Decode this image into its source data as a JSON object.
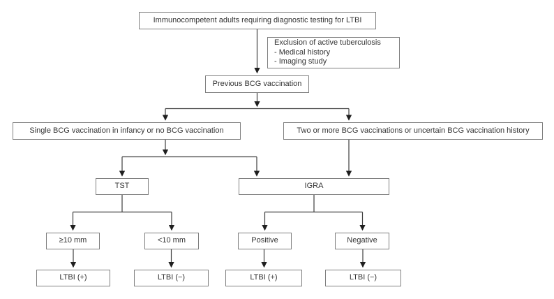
{
  "diagram": {
    "type": "flowchart",
    "topic": "Diagnostic algorithm for latent tuberculosis infection (LTBI)",
    "colors": {
      "background": "#ffffff",
      "box_border": "#7f7f7f",
      "line": "#3e3e3e",
      "arrowhead": "#1f1f1f",
      "text": "#333333"
    },
    "nodes": {
      "root": {
        "label": "Immunocompetent adults requiring diagnostic testing for LTBI"
      },
      "exclusion": {
        "lines": [
          "Exclusion of active tuberculosis",
          "- Medical history",
          "- Imaging study"
        ]
      },
      "previous": {
        "label": "Previous BCG vaccination"
      },
      "single_bcg": {
        "label": "Single BCG vaccination in infancy or no BCG vaccination"
      },
      "multi_bcg": {
        "label": "Two or more BCG vaccinations or uncertain BCG vaccination history"
      },
      "tst": {
        "label": "TST"
      },
      "igra": {
        "label": "IGRA"
      },
      "tst_ge10": {
        "label": "≥10 mm"
      },
      "tst_lt10": {
        "label": "<10 mm"
      },
      "igra_positive": {
        "label": "Positive"
      },
      "igra_negative": {
        "label": "Negative"
      },
      "result_tst_positive": {
        "label": "LTBI (+)"
      },
      "result_tst_negative": {
        "label": "LTBI (−)"
      },
      "result_igra_positive": {
        "label": "LTBI (+)"
      },
      "result_igra_negative": {
        "label": "LTBI (−)"
      }
    }
  }
}
